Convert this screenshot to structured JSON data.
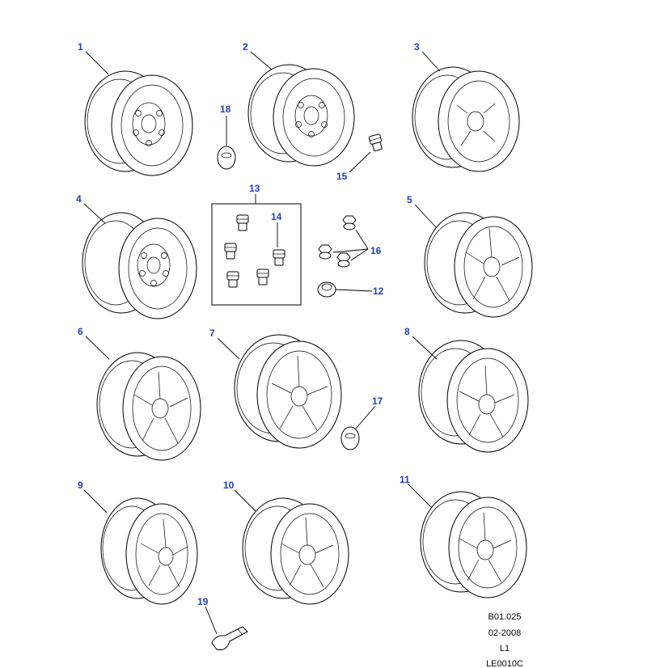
{
  "colors": {
    "callout": "#1f3fbf",
    "line": "#000000",
    "background": "#ffffff"
  },
  "callouts": {
    "c1": "1",
    "c2": "2",
    "c3": "3",
    "c4": "4",
    "c5": "5",
    "c6": "6",
    "c7": "7",
    "c8": "8",
    "c9": "9",
    "c10": "10",
    "c11": "11",
    "c12": "12",
    "c13": "13",
    "c14": "14",
    "c15": "15",
    "c16": "16",
    "c17": "17",
    "c18": "18",
    "c19": "19"
  },
  "reference_block": {
    "code": "B01.025",
    "date": "02-2008",
    "level": "L1",
    "figure_id": "LE0010C"
  }
}
